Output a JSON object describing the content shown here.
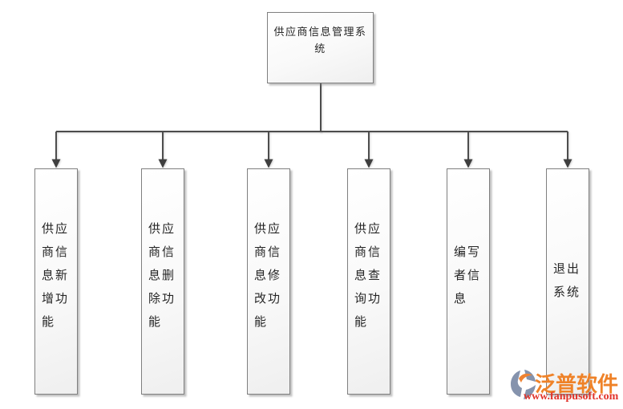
{
  "diagram": {
    "type": "hierarchy-flowchart",
    "root": {
      "label": "供应商信息管理系统"
    },
    "children": [
      {
        "label": "供应商信息新增功能"
      },
      {
        "label": "供应商信息删除功能"
      },
      {
        "label": "供应商信息修改功能"
      },
      {
        "label": "供应商信息查询功能"
      },
      {
        "label": "编写者信息"
      },
      {
        "label": "退出系统"
      }
    ]
  },
  "watermark": {
    "brand": "泛普软件",
    "url": "www.fanpusoft.com",
    "brand_color": "#ef8228",
    "url_color": "#e2342b",
    "logo_icon": "fanpu-logo-icon",
    "logo_colors": {
      "slate": "#8593ad",
      "orange": "#ef8231"
    }
  },
  "style_tokens": {
    "box_border_color": "#7f7f7f",
    "connector_color": "#4d4d4d",
    "text_color": "#262626",
    "background": "#ffffff"
  }
}
